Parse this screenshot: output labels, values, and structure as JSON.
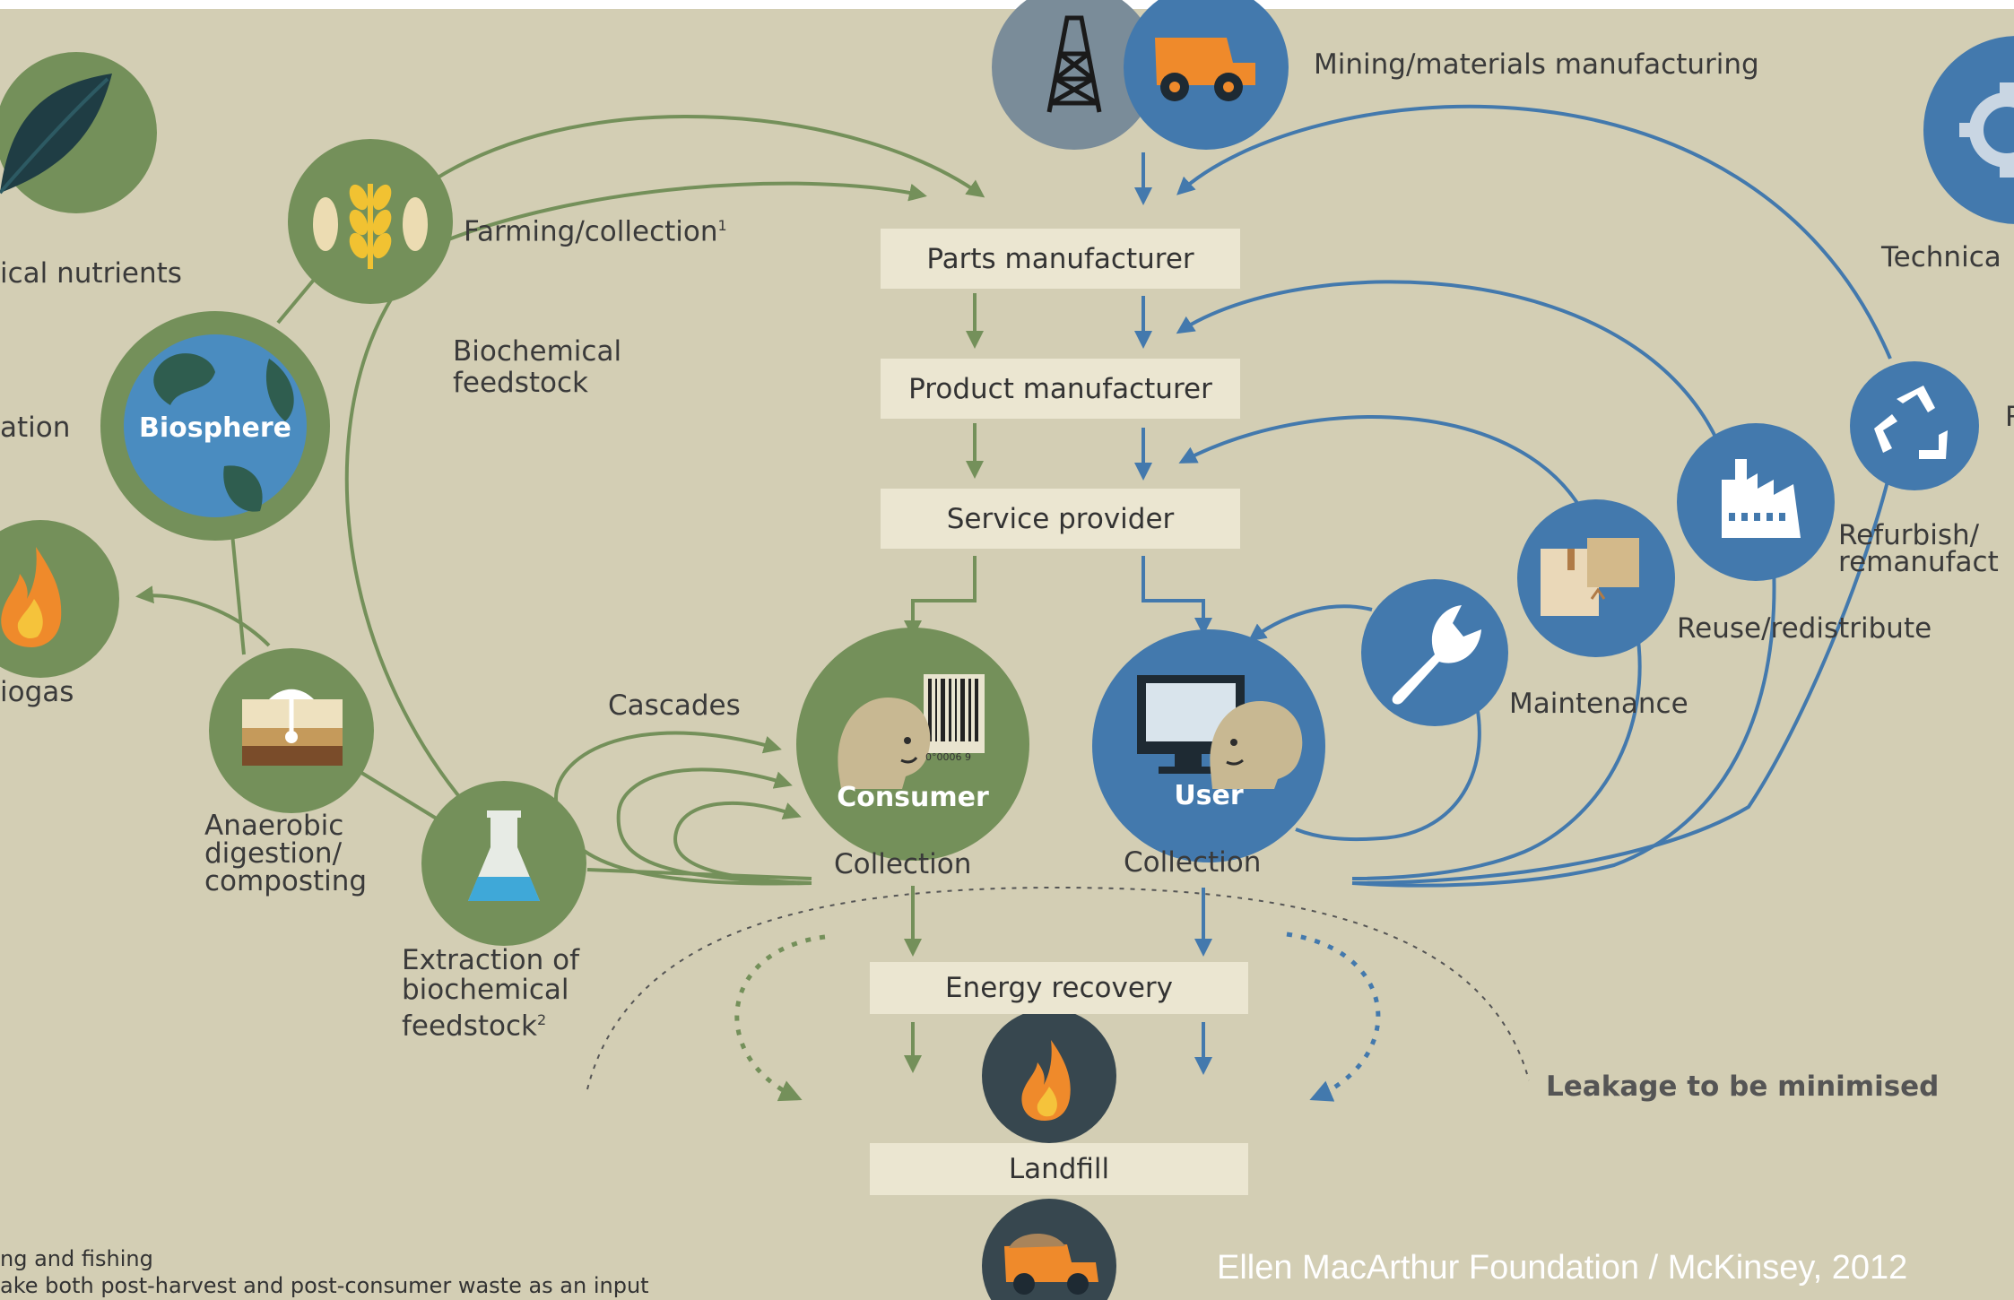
{
  "colors": {
    "background": "#d3ceb4",
    "biological": "#74905a",
    "technical": "#4379ad",
    "box": "#ebe6d1",
    "dark": "#37474f"
  },
  "biological": {
    "nutrients_label": "ical nutrients",
    "farming_label": "Farming/collection",
    "farming_note": "1",
    "biochemical_feedstock_line1": "Biochemical",
    "biochemical_feedstock_line2": "feedstock",
    "biosphere_label": "Biosphere",
    "restoration_label": "ation",
    "biogas_label": "iogas",
    "anaerobic_line1": "Anaerobic",
    "anaerobic_line2": "digestion/",
    "anaerobic_line3": "composting",
    "extraction_line1": "Extraction of",
    "extraction_line2": "biochemical",
    "extraction_line3": "feedstock",
    "extraction_note": "2",
    "cascades_label": "Cascades",
    "consumer_label": "Consumer",
    "collection_label": "Collection"
  },
  "technical": {
    "mining_label": "Mining/materials manufacturing",
    "technical_nutrients_label": "Technica",
    "recycle_label": "R",
    "refurbish_line1": "Refurbish/",
    "refurbish_line2": "remanufact",
    "reuse_label": "Reuse/redistribute",
    "maintenance_label": "Maintenance",
    "user_label": "User",
    "collection_label": "Collection"
  },
  "chain": {
    "parts_manufacturer": "Parts manufacturer",
    "product_manufacturer": "Product manufacturer",
    "service_provider": "Service provider",
    "energy_recovery": "Energy recovery",
    "landfill": "Landfill"
  },
  "leakage_label": "Leakage to be minimised",
  "barcode_text": "0°0006 9",
  "footnotes": [
    "ng and fishing",
    "ake both post-harvest and post-consumer waste as an input"
  ],
  "credit": "Ellen MacArthur Foundation / McKinsey, 2012"
}
